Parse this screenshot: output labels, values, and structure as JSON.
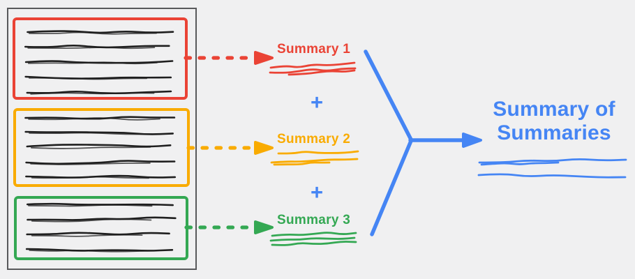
{
  "diagram": {
    "description": "map-reduce summarization diagram"
  },
  "colors": {
    "red": "#ea4335",
    "yellow": "#f9ab00",
    "green": "#34a853",
    "blue": "#4585f4",
    "ink": "#1f1f1f",
    "frame_gray": "#58595b",
    "background": "#f0f0f1"
  },
  "document": {
    "sections": [
      {
        "name": "section-1",
        "color_key": "red",
        "text_lines": 5
      },
      {
        "name": "section-2",
        "color_key": "yellow",
        "text_lines": 5
      },
      {
        "name": "section-3",
        "color_key": "green",
        "text_lines": 4
      }
    ]
  },
  "summaries": [
    {
      "label": "Summary 1",
      "color_key": "red"
    },
    {
      "label": "Summary 2",
      "color_key": "yellow"
    },
    {
      "label": "Summary 3",
      "color_key": "green"
    }
  ],
  "operators": {
    "plus": "+"
  },
  "final_summary": {
    "title": "Summary of Summaries",
    "color_key": "blue"
  }
}
